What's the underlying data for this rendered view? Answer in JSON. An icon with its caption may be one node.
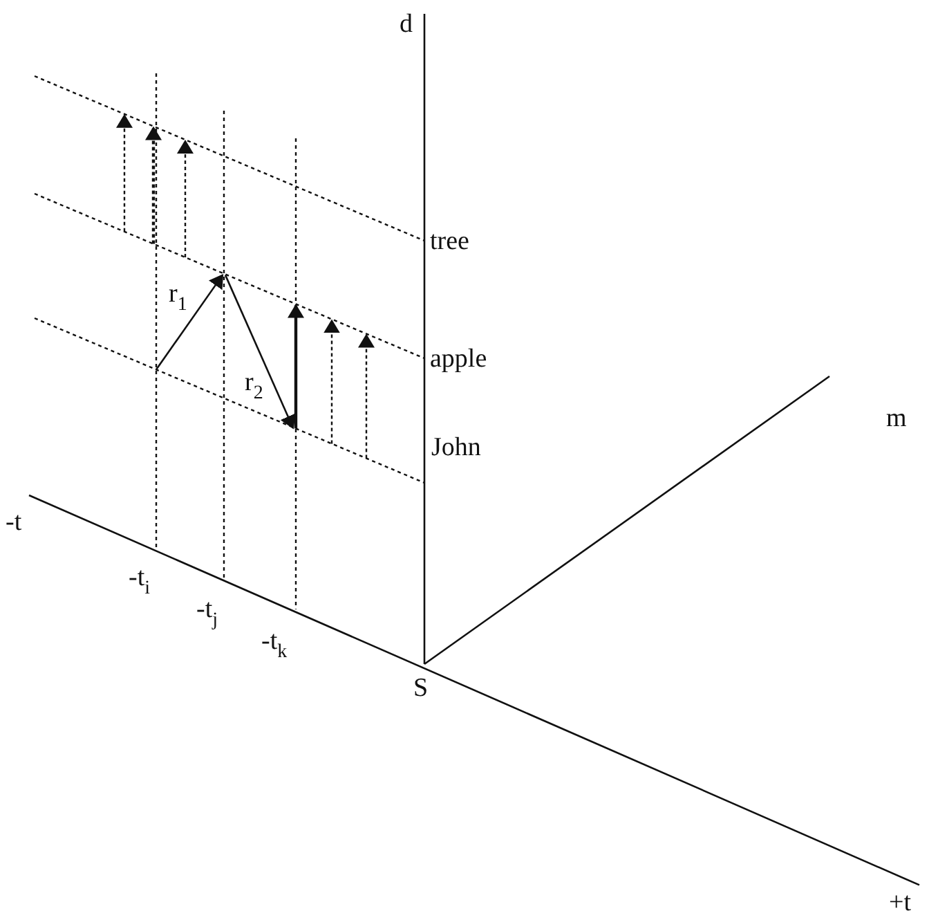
{
  "diagram": {
    "labels": [
      "d",
      "tree",
      "r$_{1}$",
      "apple",
      "r$_{2}$",
      "m",
      "John",
      "-t",
      "-t$_{i}$",
      "-t$_{j}$",
      "-t$_{k}$",
      "S",
      "+t"
    ]
  }
}
